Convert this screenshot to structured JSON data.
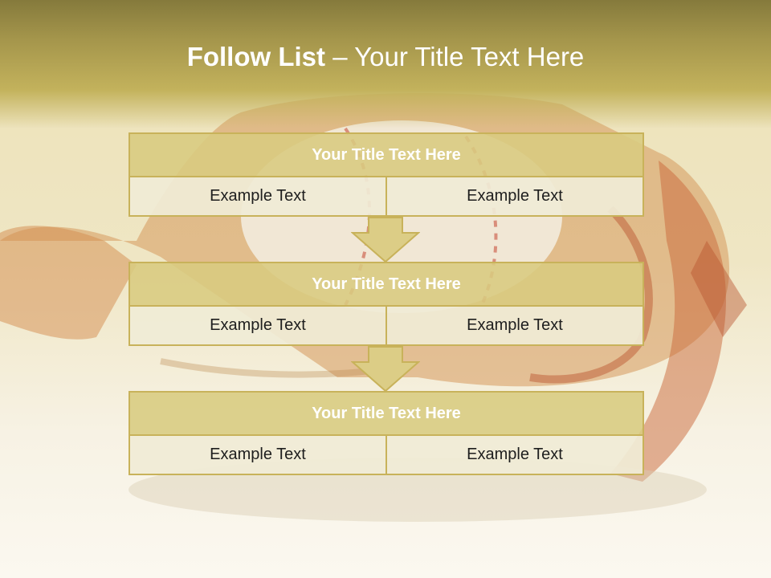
{
  "slide": {
    "title_bold": "Follow List",
    "title_rest": " – Your Title Text Here"
  },
  "blocks": [
    {
      "title": "Your Title Text Here",
      "left": "Example Text",
      "right": "Example Text"
    },
    {
      "title": "Your Title Text Here",
      "left": "Example Text",
      "right": "Example Text"
    },
    {
      "title": "Your Title Text Here",
      "left": "Example Text",
      "right": "Example Text"
    }
  ],
  "colors": {
    "accent": "#c8b25a",
    "header_fill": "#d8cb80",
    "cell_fill": "#f0ebd6",
    "title_text": "#ffffff"
  },
  "icons": [
    "baseball-glove-image",
    "down-arrow-icon"
  ]
}
